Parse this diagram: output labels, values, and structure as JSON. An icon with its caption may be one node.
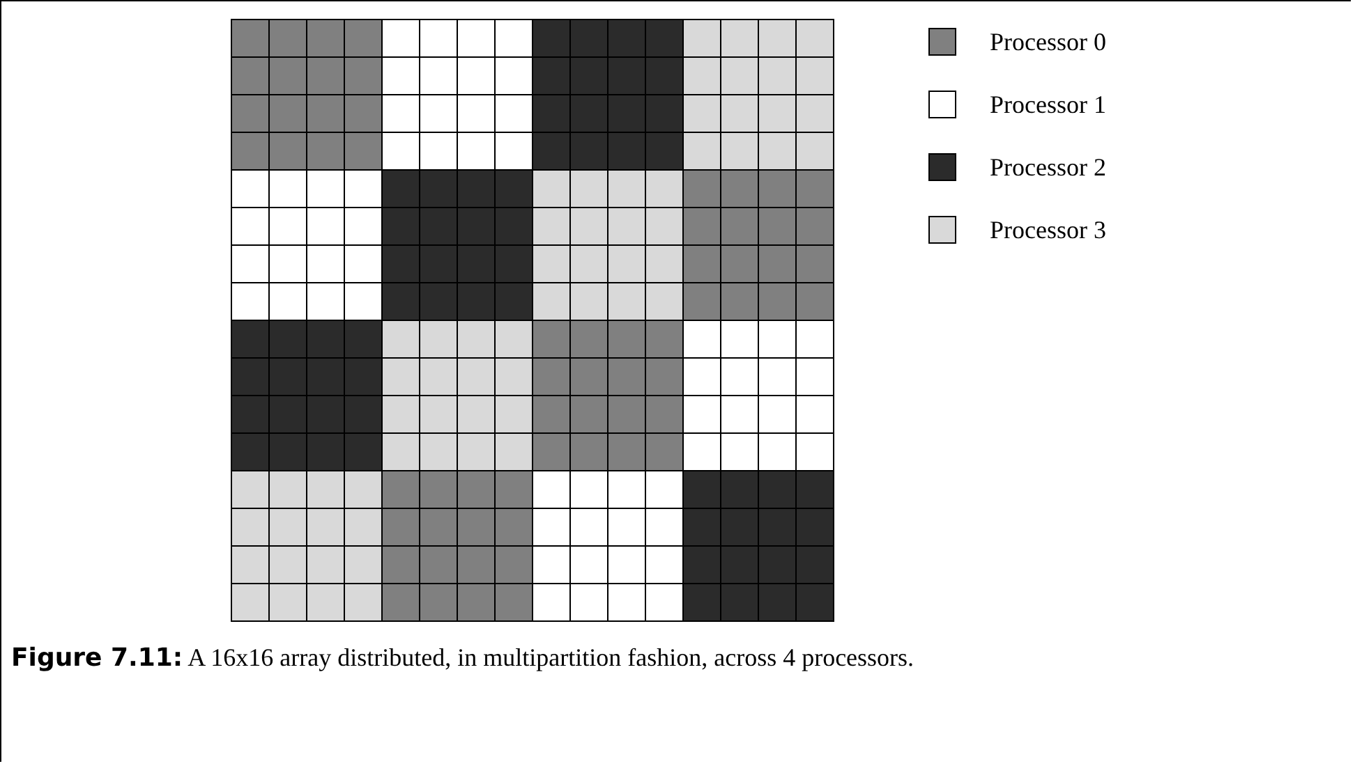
{
  "diagram": {
    "caption": "**Figure 7.11:** A 16x16 array distributed, in multipartition fashion, across 4 processors.",
    "legend": [
      {
        "text": "Processor 0",
        "color": "#808080"
      },
      {
        "text": "Processor 1",
        "color": "#ffffff"
      },
      {
        "text": "Processor 2",
        "color": "#2b2b2b"
      },
      {
        "text": "Processor 3",
        "color": "#d9d9d9"
      }
    ]
  }
}
